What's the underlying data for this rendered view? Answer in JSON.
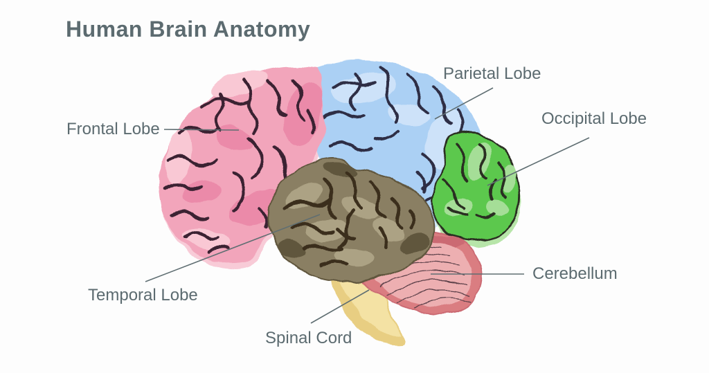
{
  "title": "Human Brain Anatomy",
  "colors": {
    "background": "#FDFDFD",
    "text": "#5C6B70",
    "leader_line": "#5F6E72"
  },
  "regions": {
    "frontal": {
      "label": "Frontal Lobe",
      "color": "#F2A5BB",
      "under": "#F8CBD7",
      "shade": "#EB8AA9",
      "highlight": "#F9C8D4",
      "sulcus": "#3A2232"
    },
    "parietal": {
      "label": "Parietal Lobe",
      "color": "#ABD0F4",
      "under": "#D3E6FA",
      "shade": "#8CBCEC",
      "highlight": "#CDE2F9",
      "sulcus": "#2F2D45"
    },
    "occipital": {
      "label": "Occipital Lobe",
      "color": "#5CC84E",
      "under": "#B7E5A9",
      "shade": "#47B63E",
      "highlight": "#A5DE97",
      "sulcus": "#2B2D20"
    },
    "temporal": {
      "label": "Temporal Lobe",
      "color": "#8A7F63",
      "under": "#BDB498",
      "shade": "#60563E",
      "highlight": "#ACA284",
      "sulcus": "#3A2F1E"
    },
    "cerebellum": {
      "label": "Cerebellum",
      "color": "#DA7D81",
      "shade": "#CB6A73",
      "highlight": "#EDAFB1",
      "line": "#5C4049"
    },
    "spinal": {
      "label": "Spinal Cord",
      "color": "#E8CE82",
      "highlight": "#F4E2A4"
    }
  }
}
